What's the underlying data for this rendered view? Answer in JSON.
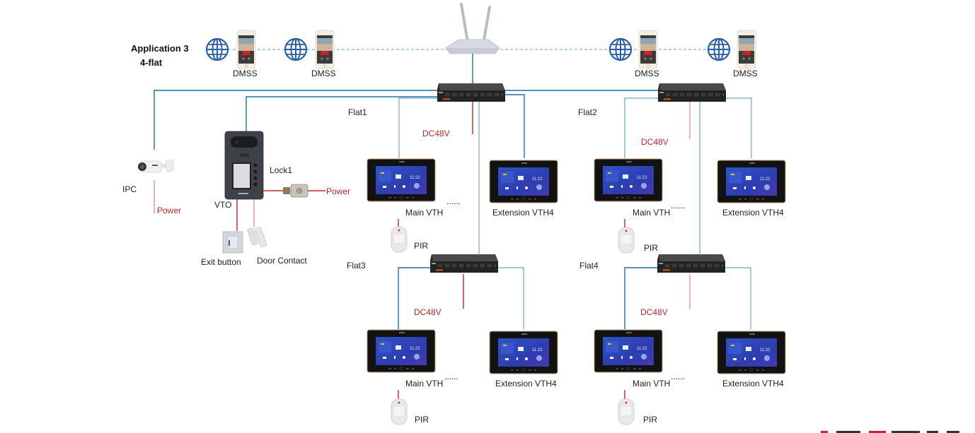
{
  "title": {
    "line1": "Application 3",
    "line2": "4-flat"
  },
  "internet": {
    "clients": [
      {
        "label": "DMSS"
      },
      {
        "label": "DMSS"
      },
      {
        "label": "DMSS"
      },
      {
        "label": "DMSS"
      }
    ]
  },
  "colors": {
    "network_wire": "#1f6fa8",
    "power_wire": "#c0272d",
    "globe": "#2a5ea8",
    "label_red": "#c0272d"
  },
  "entrance": {
    "ipc_label": "IPC",
    "ipc_power_label": "Power",
    "vto_label": "VTO",
    "lock_label": "Lock1",
    "lock_power_label": "Power",
    "exit_button_label": "Exit button",
    "door_contact_label": "Door Contact"
  },
  "flats": [
    {
      "name": "Flat1",
      "power": "DC48V",
      "main_vth": "Main VTH",
      "ext_vth": "Extension VTH4",
      "ellipsis": "......",
      "pir": "PIR"
    },
    {
      "name": "Flat2",
      "power": "DC48V",
      "main_vth": "Main VTH",
      "ext_vth": "Extension VTH4",
      "ellipsis": "......",
      "pir": "PIR"
    },
    {
      "name": "Flat3",
      "power": "DC48V",
      "main_vth": "Main VTH",
      "ext_vth": "Extension VTH4",
      "ellipsis": "......",
      "pir": "PIR"
    },
    {
      "name": "Flat4",
      "power": "DC48V",
      "main_vth": "Main VTH",
      "ext_vth": "Extension VTH4",
      "ellipsis": "......",
      "pir": "PIR"
    }
  ],
  "vth_screen": {
    "clock": "11:22"
  }
}
